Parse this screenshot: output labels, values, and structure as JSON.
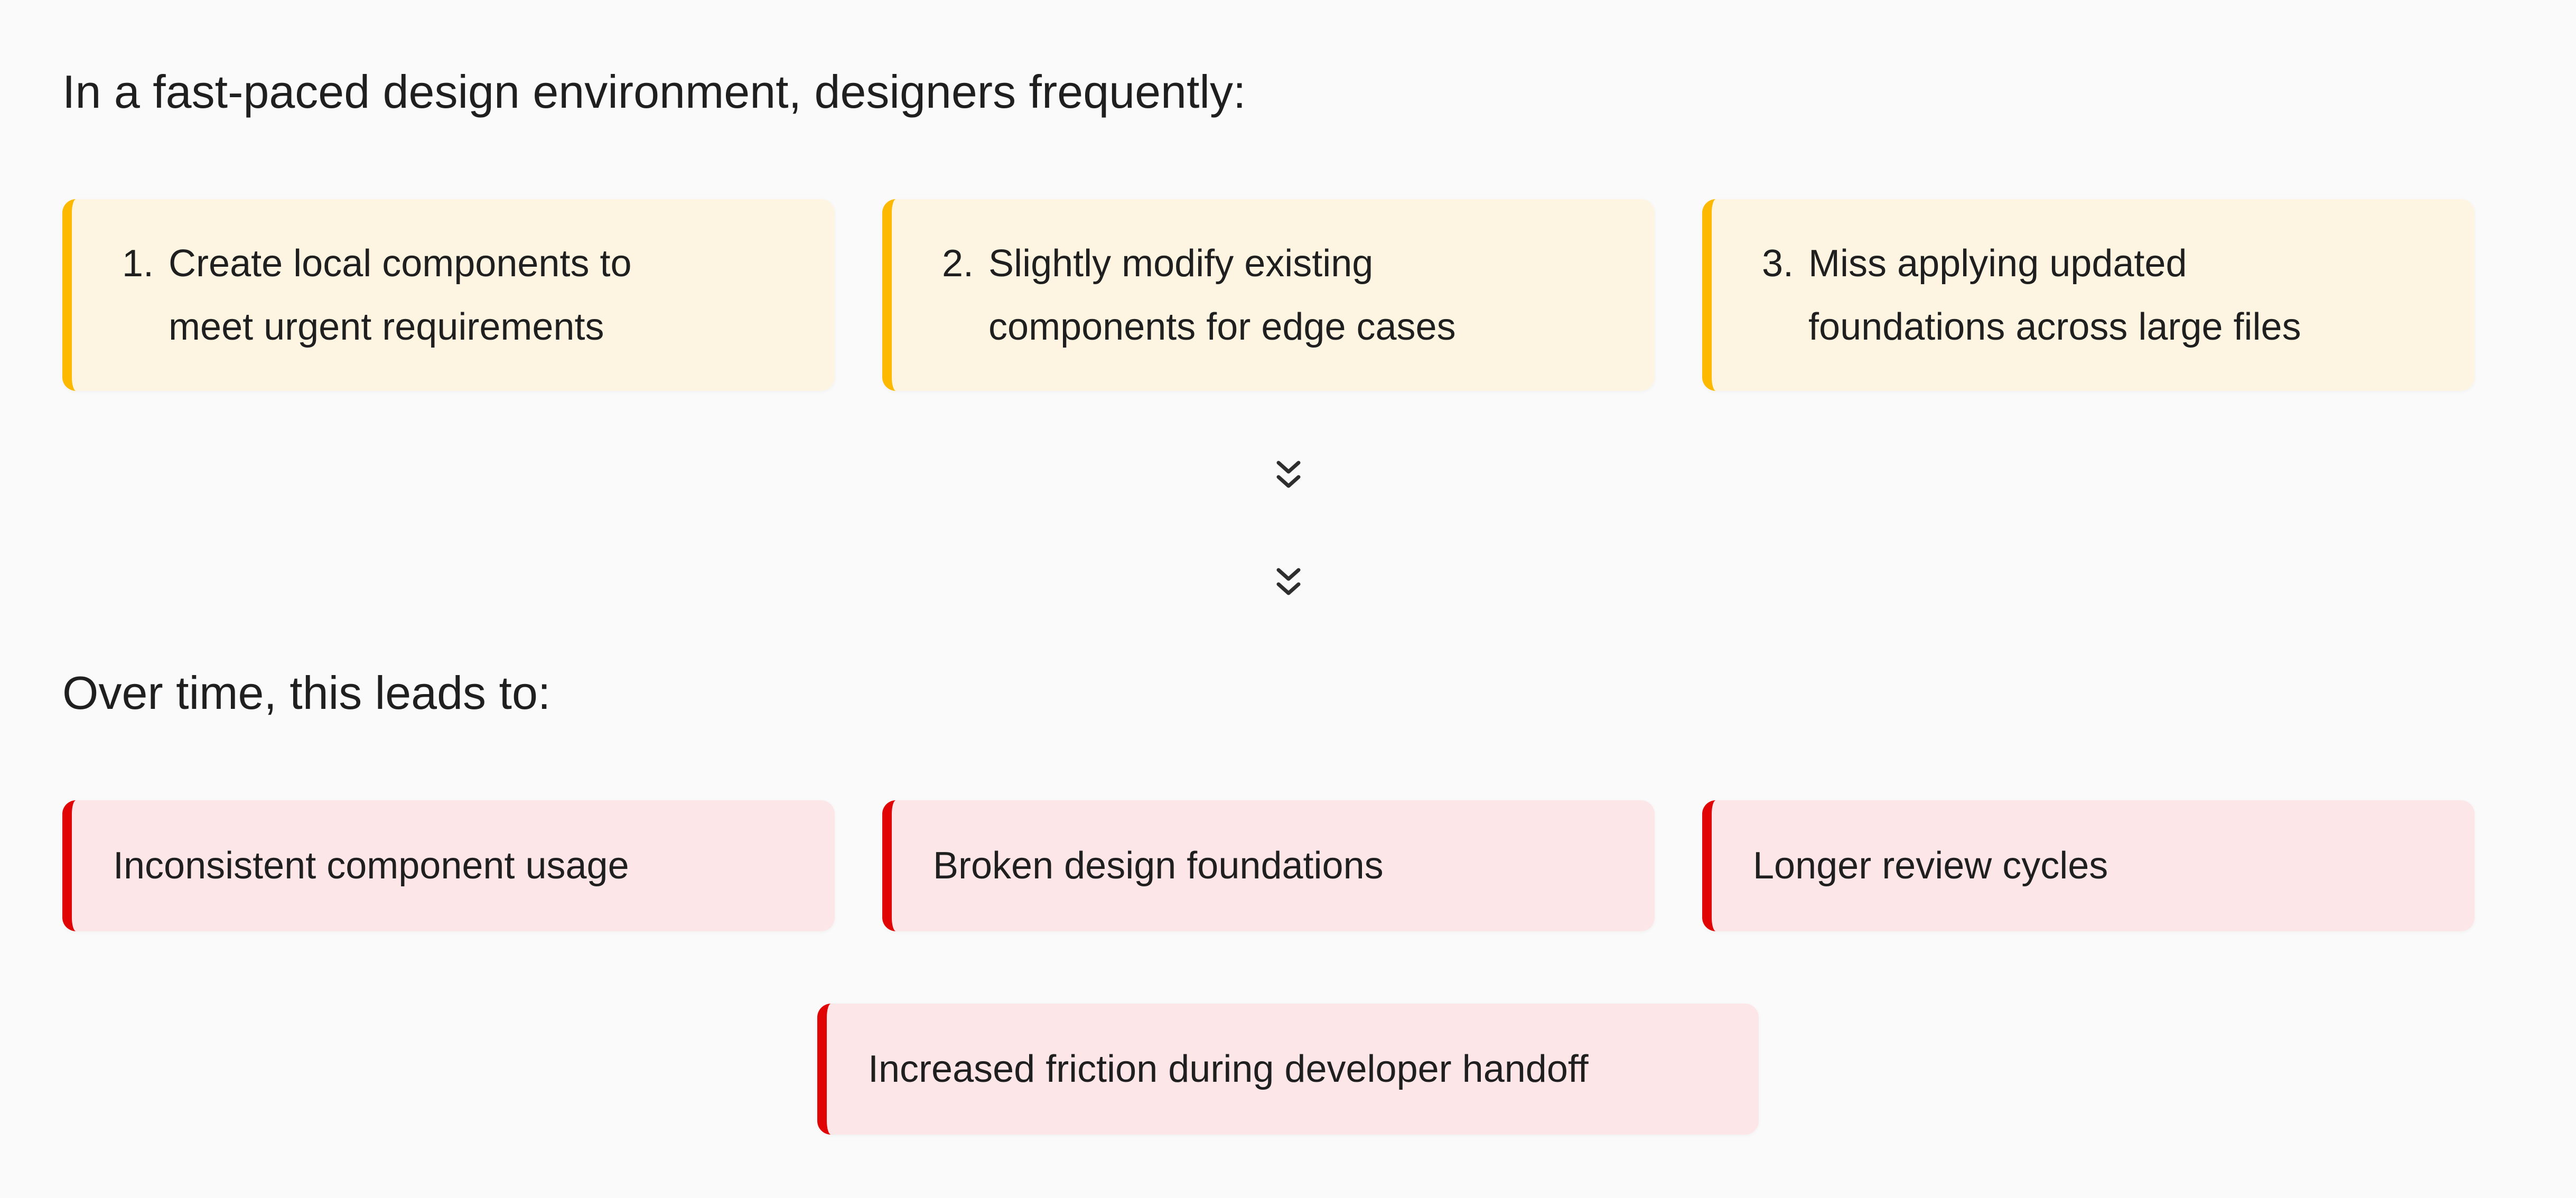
{
  "page": {
    "background_color": "#fafafa",
    "text_color": "#1f1f1f"
  },
  "intro": {
    "heading": "In a fast-paced design environment, designers frequently:"
  },
  "causes": {
    "accent_color": "#fcb900",
    "background_color": "#fdf5e1",
    "items": [
      {
        "number": "1.",
        "text": "Create local components to\nmeet urgent requirements"
      },
      {
        "number": "2.",
        "text": "Slightly modify existing\ncomponents for edge cases"
      },
      {
        "number": "3.",
        "text": "Miss applying updated\nfoundations across large files"
      }
    ]
  },
  "flow": {
    "icon": "chevrons-down",
    "icon_color": "#2e2e2e",
    "count": 2
  },
  "outcomes": {
    "heading": "Over time, this leads to:",
    "accent_color": "#e00404",
    "background_color": "#fde6e8",
    "items": [
      {
        "text": "Inconsistent component usage"
      },
      {
        "text": "Broken design foundations"
      },
      {
        "text": "Longer review cycles"
      }
    ],
    "footer_item": {
      "text": "Increased friction during developer handoff"
    }
  }
}
